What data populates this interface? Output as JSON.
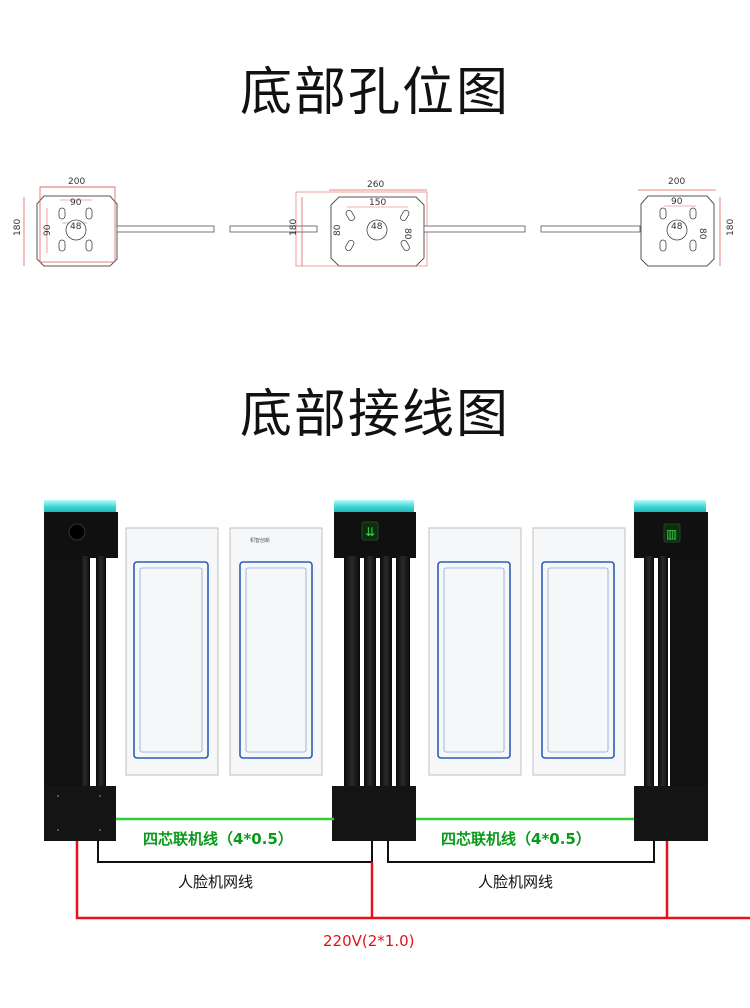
{
  "titles": {
    "hole_layout": "底部孔位图",
    "wiring": "底部接线图"
  },
  "hole_layout": {
    "left_plate": {
      "width": "200",
      "inner_width": "90",
      "height": "180",
      "inner_height": "90",
      "hole": "48"
    },
    "middle_plate": {
      "width": "260",
      "inner_width": "150",
      "height": "180",
      "inner_height_left": "80",
      "inner_height_right": "80",
      "hole": "48"
    },
    "right_plate": {
      "width": "200",
      "inner_width": "90",
      "height": "180",
      "inner_height": "80",
      "hole": "48"
    }
  },
  "wiring": {
    "four_core_label_1": "四芯联机线（4*0.5）",
    "four_core_label_2": "四芯联机线（4*0.5）",
    "face_net_label_1": "人脸机网线",
    "face_net_label_2": "人脸机网线",
    "power_label": "220V(2*1.0)",
    "panel_brand": "帜智创新",
    "colors": {
      "four_core": "#2fcf3a",
      "network": "#111111",
      "power": "#e3121b",
      "led": "#39d6d0"
    }
  }
}
